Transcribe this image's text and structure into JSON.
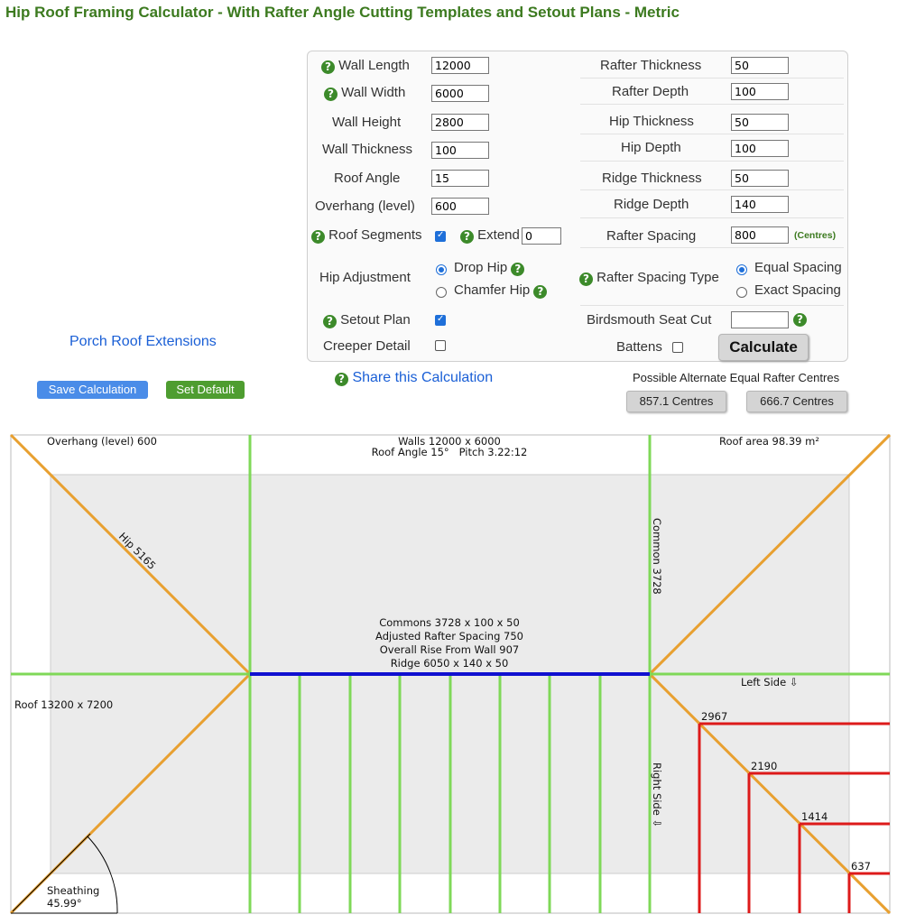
{
  "title": "Hip Roof Framing Calculator - With Rafter Angle Cutting Templates and Setout Plans - Metric",
  "form": {
    "wall_length": {
      "label": "Wall Length",
      "value": "12000"
    },
    "wall_width": {
      "label": "Wall Width",
      "value": "6000"
    },
    "wall_height": {
      "label": "Wall Height",
      "value": "2800"
    },
    "wall_thickness": {
      "label": "Wall Thickness",
      "value": "100"
    },
    "roof_angle": {
      "label": "Roof Angle",
      "value": "15"
    },
    "overhang": {
      "label": "Overhang (level)",
      "value": "600"
    },
    "roof_segments": {
      "label": "Roof Segments",
      "checked": true
    },
    "extend": {
      "label": "Extend",
      "value": "0"
    },
    "hip_adjustment": {
      "label": "Hip Adjustment",
      "options": [
        "Drop Hip",
        "Chamfer Hip"
      ],
      "selected": "Drop Hip"
    },
    "setout_plan": {
      "label": "Setout Plan",
      "checked": true
    },
    "creeper_detail": {
      "label": "Creeper Detail",
      "checked": false
    },
    "rafter_thickness": {
      "label": "Rafter Thickness",
      "value": "50"
    },
    "rafter_depth": {
      "label": "Rafter Depth",
      "value": "100"
    },
    "hip_thickness": {
      "label": "Hip Thickness",
      "value": "50"
    },
    "hip_depth": {
      "label": "Hip Depth",
      "value": "100"
    },
    "ridge_thickness": {
      "label": "Ridge Thickness",
      "value": "50"
    },
    "ridge_depth": {
      "label": "Ridge Depth",
      "value": "140"
    },
    "rafter_spacing": {
      "label": "Rafter Spacing",
      "value": "800",
      "unit": "(Centres)"
    },
    "rafter_spacing_type": {
      "label": "Rafter Spacing Type",
      "options": [
        "Equal Spacing",
        "Exact Spacing"
      ],
      "selected": "Equal Spacing"
    },
    "birdsmouth": {
      "label": "Birdsmouth Seat Cut",
      "value": ""
    },
    "battens": {
      "label": "Battens",
      "checked": false
    },
    "calculate": "Calculate"
  },
  "help_glyph": "?",
  "links": {
    "porch": "Porch Roof Extensions",
    "share": "Share this Calculation"
  },
  "buttons": {
    "save": "Save Calculation",
    "default": "Set Default"
  },
  "alternates": {
    "label": "Possible Alternate Equal Rafter Centres",
    "options": [
      "857.1 Centres",
      "666.7 Centres"
    ]
  },
  "plan": {
    "overhang": "Overhang (level) 600",
    "walls": "Walls 12000 x 6000",
    "roof_angle_pitch": "Roof Angle 15°   Pitch 3.22:12",
    "roof_area": "Roof area 98.39 m²",
    "hip": "Hip 5165",
    "common": "Common 3728",
    "summary": [
      "Commons 3728 x 100 x 50",
      "Adjusted Rafter Spacing 750",
      "Overall Rise From Wall 907",
      "Ridge 6050 x 140 x 50"
    ],
    "left_side": "Left Side ⇩",
    "right_side": "Right Side ⇩",
    "roof_size": "Roof 13200 x 7200",
    "creepers": [
      "2967",
      "2190",
      "1414",
      "637"
    ],
    "sheathing": [
      "Sheathing",
      "45.99°"
    ],
    "colors": {
      "wall": "#ebebeb",
      "hip": "#e8a030",
      "common": "#7fd858",
      "ridge": "#1010d0",
      "creeper": "#dd1a1a"
    }
  }
}
